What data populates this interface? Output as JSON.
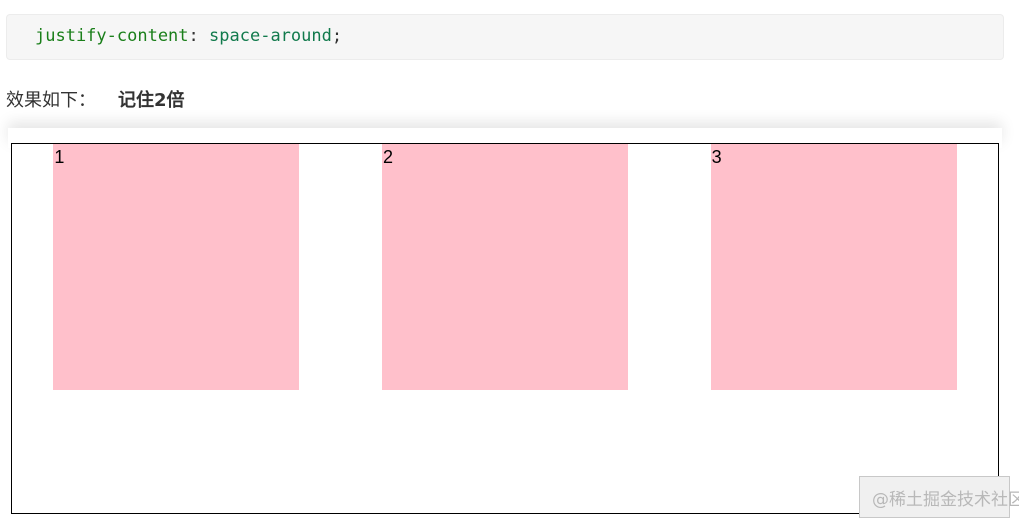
{
  "code": {
    "property": "justify-content",
    "colon": ":",
    "value": "space-around",
    "semicolon": ";"
  },
  "caption": {
    "text": "效果如下：",
    "emphasis": "记住2倍"
  },
  "demo": {
    "items": [
      "1",
      "2",
      "3"
    ],
    "item_color": "#ffc0cb",
    "border_color": "#000000"
  },
  "watermark": {
    "text": "@稀土掘金技术社区"
  }
}
